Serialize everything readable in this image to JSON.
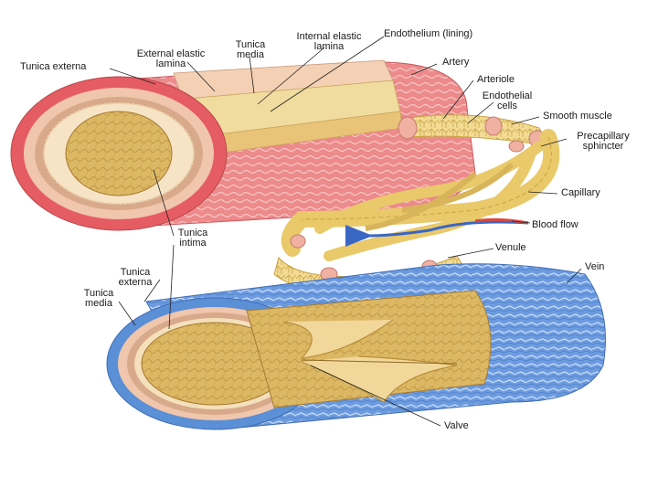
{
  "labels": {
    "tunica_externa_artery": "Tunica externa",
    "external_elastic_lamina": "External elastic\nlamina",
    "tunica_media_artery": "Tunica\nmedia",
    "internal_elastic_lamina": "Internal elastic\nlamina",
    "endothelium": "Endothelium (lining)",
    "artery": "Artery",
    "arteriole": "Arteriole",
    "endothelial_cells": "Endothelial\ncells",
    "smooth_muscle": "Smooth muscle",
    "precapillary_sphincter": "Precapillary\nsphincter",
    "capillary": "Capillary",
    "blood_flow": "Blood flow",
    "venule": "Venule",
    "vein": "Vein",
    "tunica_intima": "Tunica\nintima",
    "tunica_externa_vein": "Tunica\nexterna",
    "tunica_media_vein": "Tunica\nmedia",
    "valve": "Valve"
  },
  "colors": {
    "artery_wall": "#e8767a",
    "artery_light": "#f3b6b4",
    "lumen": "#d6b15a",
    "lumen_light": "#efd79a",
    "media_band": "#d9a98c",
    "vein_wall": "#5b8fd6",
    "vein_light": "#9dbde9",
    "capillary": "#e9c96a",
    "blood_flow_arrow_red": "#d9473f",
    "blood_flow_arrow_blue": "#3a66c4"
  }
}
